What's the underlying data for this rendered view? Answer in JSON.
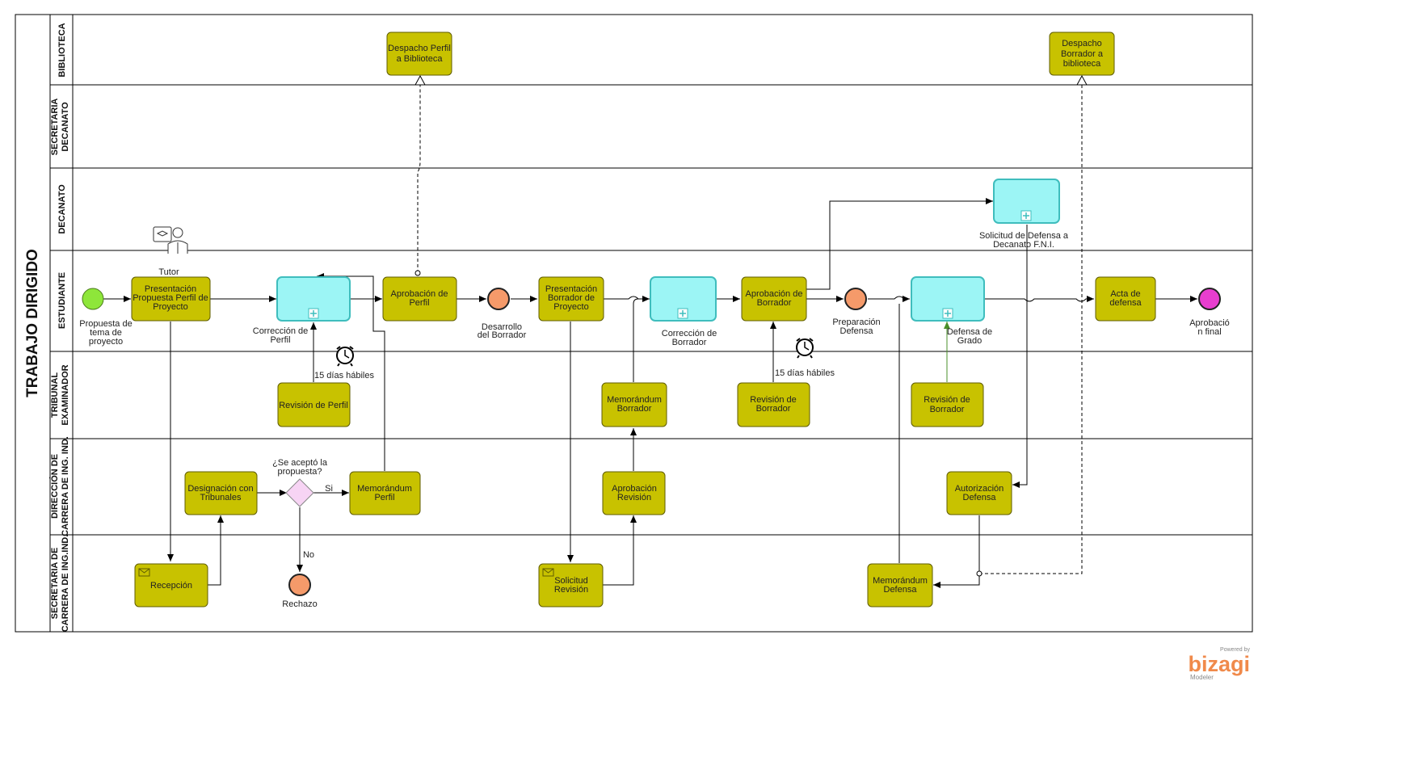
{
  "pool": {
    "title": "TRABAJO DIRIGIDO"
  },
  "lanes": {
    "biblioteca": "BIBLIOTECA",
    "secretaria_decanato": [
      "SECRETARIA",
      "DECANATO"
    ],
    "decanato": "DECANATO",
    "estudiante": "ESTUDIANTE",
    "tribunal": [
      "TRIBUNAL",
      "EXAMINADOR"
    ],
    "direccion": [
      "DIRECCIÓN DE",
      "CARRERA DE ING. IND."
    ],
    "secretaria_carrera": [
      "SECRETARIA DE",
      "CARRERA DE ING.IND."
    ]
  },
  "tasks": {
    "despacho_perfil": [
      "Despacho Perfil",
      "a Biblioteca"
    ],
    "despacho_borrador": [
      "Despacho",
      "Borrador a",
      "biblioteca"
    ],
    "presentacion_perfil": [
      "Presentación",
      "Propuesta Perfil de",
      "Proyecto"
    ],
    "aprobacion_perfil": [
      "Aprobación de",
      "Perfil"
    ],
    "presentacion_borrador": [
      "Presentación",
      "Borrador de",
      "Proyecto"
    ],
    "aprobacion_borrador": [
      "Aprobación de",
      "Borrador"
    ],
    "acta_defensa": [
      "Acta de",
      "defensa"
    ],
    "revision_perfil": [
      "Revisión de Perfil"
    ],
    "memorandum_borrador": [
      "Memorándum",
      "Borrador"
    ],
    "revision_borrador_1": [
      "Revisión de",
      "Borrador"
    ],
    "revision_borrador_2": [
      "Revisión de",
      "Borrador"
    ],
    "designacion": [
      "Designación con",
      "Tribunales"
    ],
    "memorandum_perfil": [
      "Memorándum",
      "Perfil"
    ],
    "aprobacion_revision": [
      "Aprobación",
      "Revisión"
    ],
    "autorizacion_defensa": [
      "Autorización",
      "Defensa"
    ],
    "recepcion": [
      "Recepción"
    ],
    "solicitud_revision": [
      "Solicitud",
      "Revisión"
    ],
    "memorandum_defensa": [
      "Memorándum",
      "Defensa"
    ]
  },
  "subprocess_labels": {
    "correccion_perfil": [
      "Corrección de",
      "Perfil"
    ],
    "correccion_borrador": [
      "Corrección de",
      "Borrador"
    ],
    "defensa_grado": [
      "Defensa de",
      "Grado"
    ],
    "solicitud_defensa": [
      "Solicitud de Defensa a",
      "Decanato F.N.I."
    ]
  },
  "events": {
    "inicio": [
      "Propuesta de",
      "tema de",
      "proyecto"
    ],
    "desarrollo": [
      "Desarrollo",
      "del Borrador"
    ],
    "preparacion": [
      "Preparación",
      "Defensa"
    ],
    "rechazo": [
      "Rechazo"
    ],
    "fin": [
      "Aprobació",
      "n final"
    ]
  },
  "gateway": {
    "question": [
      "¿Se aceptó la",
      "propuesta?"
    ],
    "yes": "Si",
    "no": "No"
  },
  "timers": {
    "t1": "15 días hábiles",
    "t2": "15 días hábiles"
  },
  "actor": {
    "label": "Tutor"
  },
  "brand": {
    "powered": "Powered by",
    "name": "bizagi",
    "product": "Modeler"
  },
  "colors": {
    "task_fill": "#c8c200",
    "task_stroke": "#5f5c00",
    "subprocess_fill": "#9cf5f5",
    "subprocess_stroke": "#3fbdbd",
    "start_fill": "#8ee63a",
    "intermediate_fill": "#f59a6a",
    "end_fill": "#e83ecf",
    "gateway_fill": "#f7d4f4",
    "brand": "#f08a4b"
  }
}
